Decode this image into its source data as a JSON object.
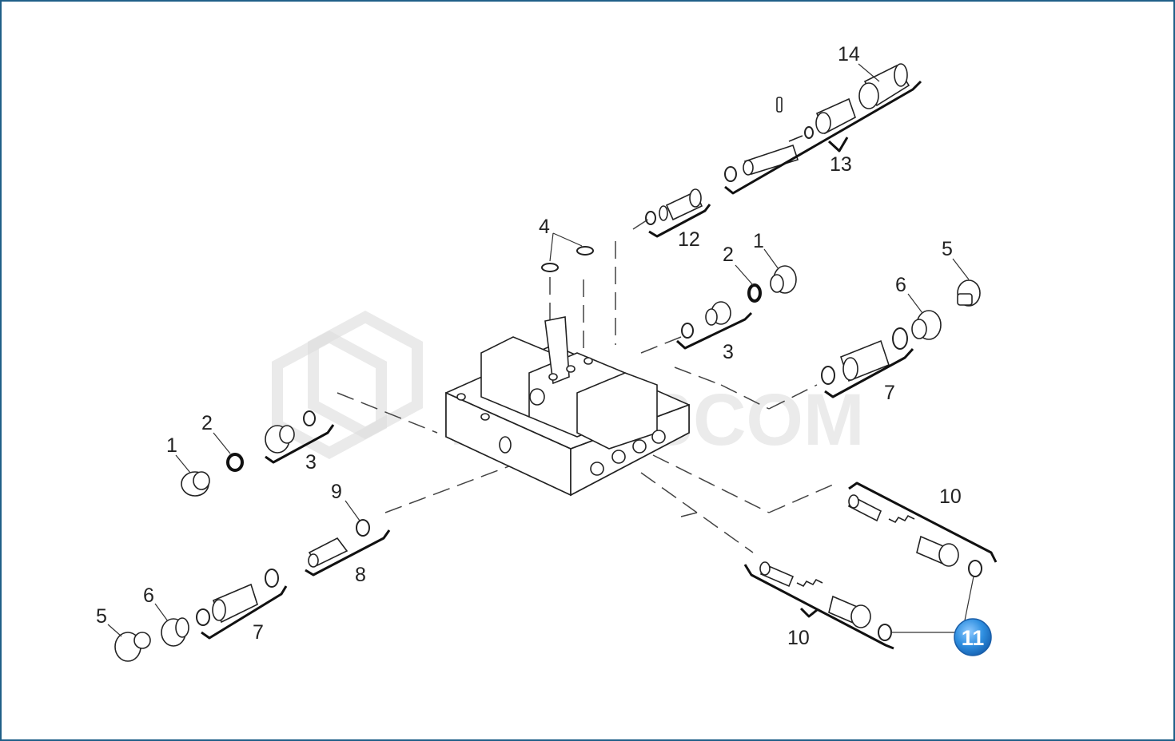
{
  "watermark": "PARTSCOM",
  "callouts": {
    "c1_right": "1",
    "c1_left": "1",
    "c2_right": "2",
    "c2_left": "2",
    "c3_right": "3",
    "c3_left": "3",
    "c4": "4",
    "c5_right": "5",
    "c5_left": "5",
    "c6_right": "6",
    "c6_left": "6",
    "c7_right": "7",
    "c7_left": "7",
    "c8": "8",
    "c9": "9",
    "c10_upper": "10",
    "c10_lower": "10",
    "c12": "12",
    "c13": "13",
    "c14": "14"
  },
  "highlight": {
    "label": "11",
    "color": "#2f8fe0"
  }
}
